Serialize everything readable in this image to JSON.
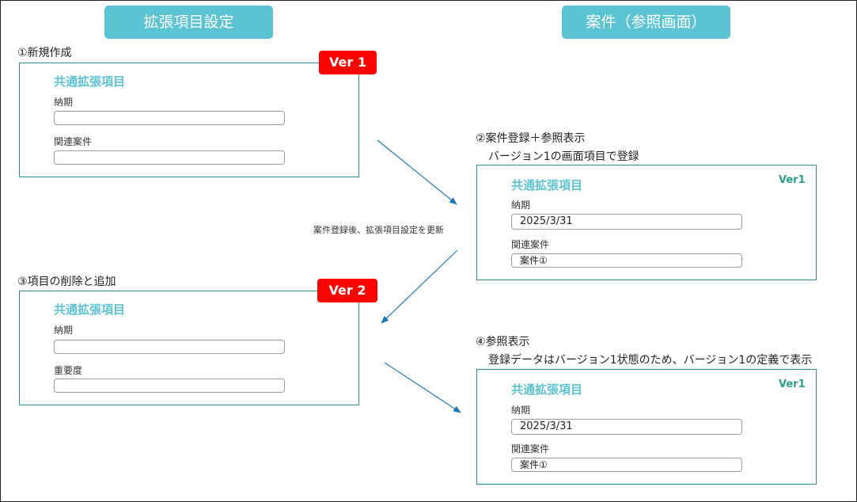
{
  "headers": {
    "left": "拡張項目設定",
    "right": "案件（参照画面）"
  },
  "steps": {
    "s1": "①新規作成",
    "s2_line1": "②案件登録＋参照表示",
    "s2_line2": "バージョン1の画面項目で登録",
    "s3": "③項目の削除と追加",
    "s4_line1": "④参照表示",
    "s4_line2": "登録データはバージョン1状態のため、バージョン1の定義で表示"
  },
  "note": "案件登録後、拡張項目設定を更新",
  "cards": {
    "v1_setting": {
      "badge": "Ver 1",
      "title": "共通拡張項目",
      "fields": [
        {
          "label": "納期",
          "value": ""
        },
        {
          "label": "関連案件",
          "value": ""
        }
      ]
    },
    "v2_setting": {
      "badge": "Ver 2",
      "title": "共通拡張項目",
      "fields": [
        {
          "label": "納期",
          "value": ""
        },
        {
          "label": "重要度",
          "value": ""
        }
      ]
    },
    "ref_register": {
      "badge": "Ver1",
      "title": "共通拡張項目",
      "fields": [
        {
          "label": "納期",
          "value": "2025/3/31"
        },
        {
          "label": "関連案件",
          "value": "案件①"
        }
      ]
    },
    "ref_view": {
      "badge": "Ver1",
      "title": "共通拡張項目",
      "fields": [
        {
          "label": "納期",
          "value": "2025/3/31"
        },
        {
          "label": "関連案件",
          "value": "案件①"
        }
      ]
    }
  },
  "colors": {
    "header": "#5bc3d1",
    "badge_red": "#ff0000",
    "card_border": "#2a8d8f",
    "arrow": "#1f77b4"
  }
}
